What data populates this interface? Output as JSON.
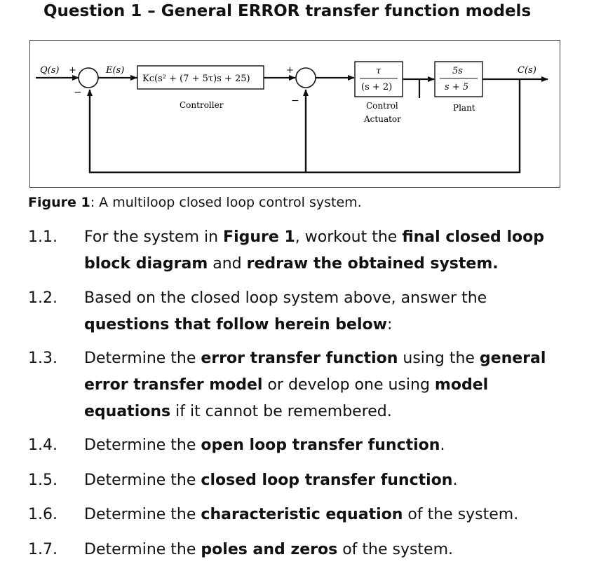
{
  "title": "Question 1 – General ERROR transfer function models",
  "diagram": {
    "input_label": "Q(s)",
    "error_label": "E(s)",
    "output_label": "C(s)",
    "sum1_plus": "+",
    "sum1_minus": "−",
    "sum2_plus": "+",
    "sum2_minus": "−",
    "controller_tf": "Kc(s² + (7 + 5τ)s + 25)",
    "controller_label": "Controller",
    "actuator_num": "τ",
    "actuator_den": "(s + 2)",
    "actuator_label_1": "Control",
    "actuator_label_2": "Actuator",
    "plant_num": "5s",
    "plant_den": "s + 5",
    "plant_label": "Plant"
  },
  "caption": {
    "bold": "Figure 1",
    "text": ": A multiloop closed loop control system."
  },
  "questions": [
    {
      "num": "1.1.",
      "parts": [
        [
          "For the system in ",
          false
        ],
        [
          "Figure 1",
          true
        ],
        [
          ", workout the ",
          false
        ],
        [
          "final closed loop block diagram",
          true
        ],
        [
          " and ",
          false
        ],
        [
          "redraw the obtained system.",
          true
        ]
      ]
    },
    {
      "num": "1.2.",
      "parts": [
        [
          "Based on the closed loop system above, answer the ",
          false
        ],
        [
          "questions that follow herein below",
          true
        ],
        [
          ":",
          false
        ]
      ]
    },
    {
      "num": "1.3.",
      "parts": [
        [
          "Determine the ",
          false
        ],
        [
          "error transfer function",
          true
        ],
        [
          " using the ",
          false
        ],
        [
          "general error transfer model",
          true
        ],
        [
          " or develop one using ",
          false
        ],
        [
          "model equations",
          true
        ],
        [
          " if it cannot be remembered.",
          false
        ]
      ]
    },
    {
      "num": "1.4.",
      "parts": [
        [
          "Determine the ",
          false
        ],
        [
          "open loop transfer function",
          true
        ],
        [
          ".",
          false
        ]
      ]
    },
    {
      "num": "1.5.",
      "parts": [
        [
          "Determine the ",
          false
        ],
        [
          "closed loop transfer function",
          true
        ],
        [
          ".",
          false
        ]
      ]
    },
    {
      "num": "1.6.",
      "parts": [
        [
          "Determine the ",
          false
        ],
        [
          "characteristic equation",
          true
        ],
        [
          " of the system.",
          false
        ]
      ]
    },
    {
      "num": "1.7.",
      "parts": [
        [
          "Determine the ",
          false
        ],
        [
          "poles and zeros",
          true
        ],
        [
          " of the system.",
          false
        ]
      ]
    }
  ]
}
